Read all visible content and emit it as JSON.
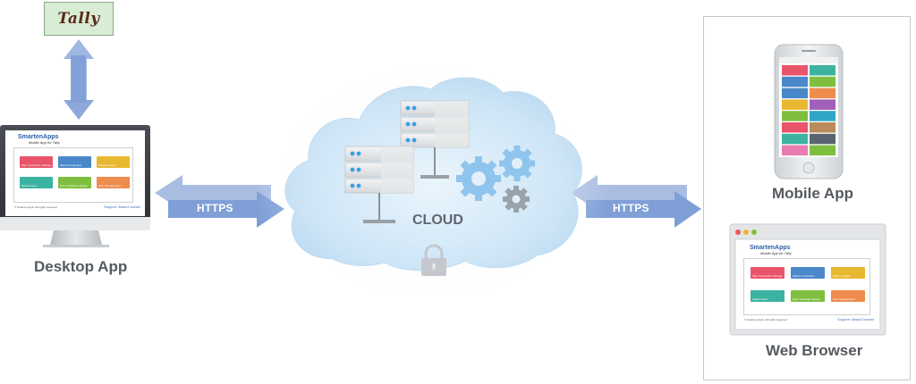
{
  "labels": {
    "tally": "Tally",
    "desktop_app": "Desktop App",
    "cloud": "CLOUD",
    "https_left": "HTTPS",
    "https_right": "HTTPS",
    "mobile_app": "Mobile App",
    "web_browser": "Web Browser"
  },
  "app_screen": {
    "brand": "SmartenApps",
    "brand_sub": "Mobile App for Tally",
    "tiles": [
      {
        "label": "Sign Connection Settings",
        "color": "#e9546a"
      },
      {
        "label": "Select Companies",
        "color": "#4a88c9"
      },
      {
        "label": "Select Ledgers",
        "color": "#e8b830"
      },
      {
        "label": "Select Users",
        "color": "#3bb3a0"
      },
      {
        "label": "Sync Schedule Upload",
        "color": "#7fbf3f"
      },
      {
        "label": "User Management",
        "color": "#ef8b4c"
      }
    ],
    "footer_note": "© Smarten Apps. All rights reserved.",
    "links": [
      "Support",
      "About",
      "Contact"
    ]
  },
  "mobile_tiles": [
    {
      "color": "#e9546a"
    },
    {
      "color": "#3bb3a0"
    },
    {
      "color": "#4a88c9"
    },
    {
      "color": "#7fbf3f"
    },
    {
      "color": "#4a88c9"
    },
    {
      "color": "#ef8b4c"
    },
    {
      "color": "#e8b830"
    },
    {
      "color": "#a05fb8"
    },
    {
      "color": "#7fbf3f"
    },
    {
      "color": "#2fa6c8"
    },
    {
      "color": "#e9546a"
    },
    {
      "color": "#b98b5a"
    },
    {
      "color": "#3bb3a0"
    },
    {
      "color": "#5a6470"
    },
    {
      "color": "#e97bb0"
    },
    {
      "color": "#7fbf3f"
    }
  ],
  "colors": {
    "arrow_blue": "#7f9fd6",
    "arrow_blue_dark": "#6d8fcc",
    "cloud_blue": "#cfe6f7",
    "gear_blue": "#8fc4ec",
    "gear_gray": "#9aa2aa"
  }
}
